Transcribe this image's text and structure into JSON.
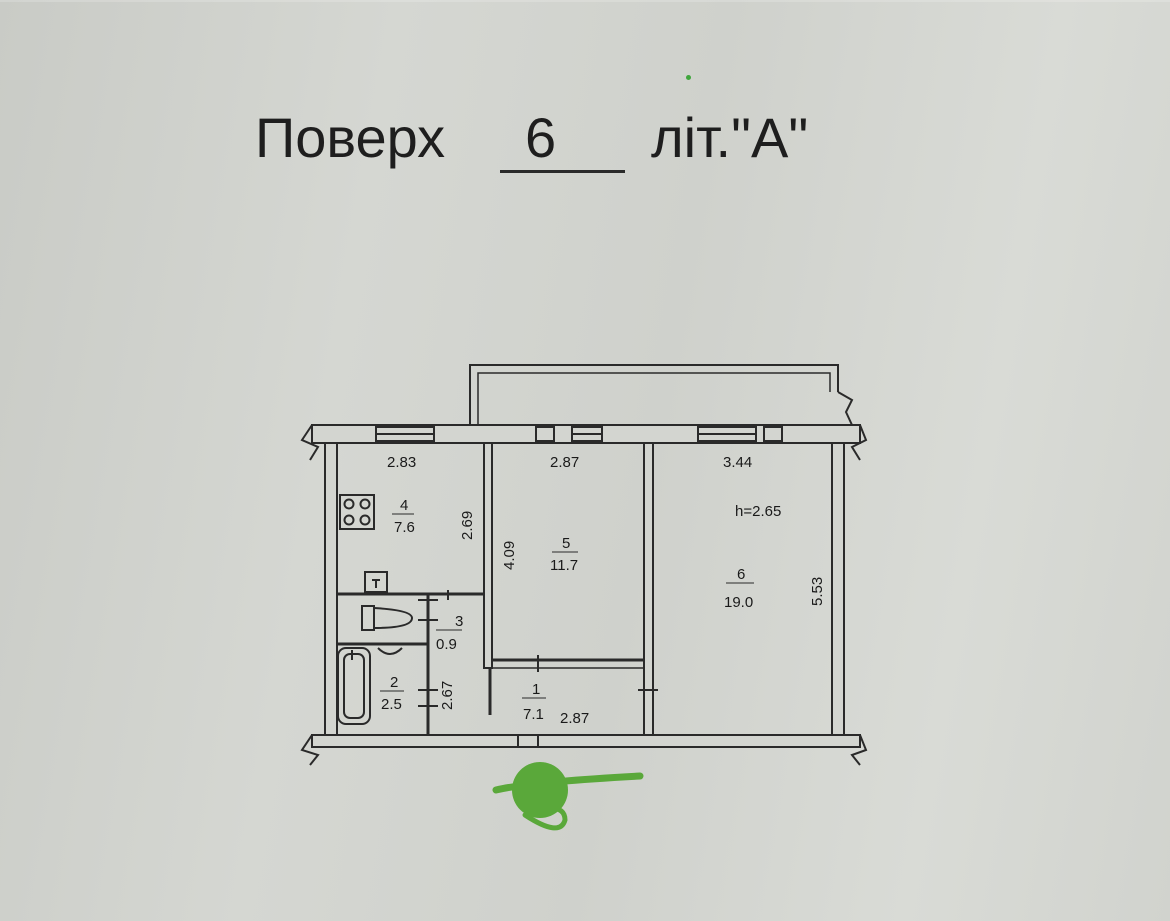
{
  "header": {
    "floor_label": "Поверх",
    "floor_number": "6",
    "letter_label": "літ.\"А\""
  },
  "plan": {
    "ceiling_height": "h=2.65",
    "rooms": [
      {
        "id": "1",
        "area": "7.1",
        "width": "2.87"
      },
      {
        "id": "2",
        "area": "2.5",
        "length": "2.67"
      },
      {
        "id": "3",
        "area": "0.9"
      },
      {
        "id": "4",
        "area": "7.6",
        "width": "2.83",
        "length": "2.69"
      },
      {
        "id": "5",
        "area": "11.7",
        "width": "2.87",
        "length": "4.09"
      },
      {
        "id": "6",
        "area": "19.0",
        "width": "3.44",
        "length": "5.53"
      }
    ]
  },
  "colors": {
    "ink": "#2a2a2a",
    "paper": "#d3d5d0",
    "marker": "#5aa83a"
  }
}
